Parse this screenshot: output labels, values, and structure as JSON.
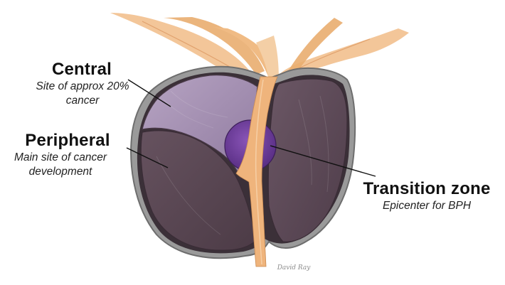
{
  "labels": {
    "central": {
      "title": "Central",
      "description": [
        "Site of approx 20%",
        "cancer"
      ]
    },
    "peripheral": {
      "title": "Peripheral",
      "description": [
        "Main site of cancer",
        "development"
      ]
    },
    "transition": {
      "title": "Transition zone",
      "description": "Epicenter for BPH"
    }
  },
  "signature": "David Ray",
  "colors": {
    "central_zone": "#9a84a8",
    "peripheral_zone": "#574550",
    "transition_zone": "#6a3a96",
    "capsule": "#8e8e8e",
    "urethra_tissue": "#eeb47a",
    "gap_shadow": "#3b3038"
  }
}
